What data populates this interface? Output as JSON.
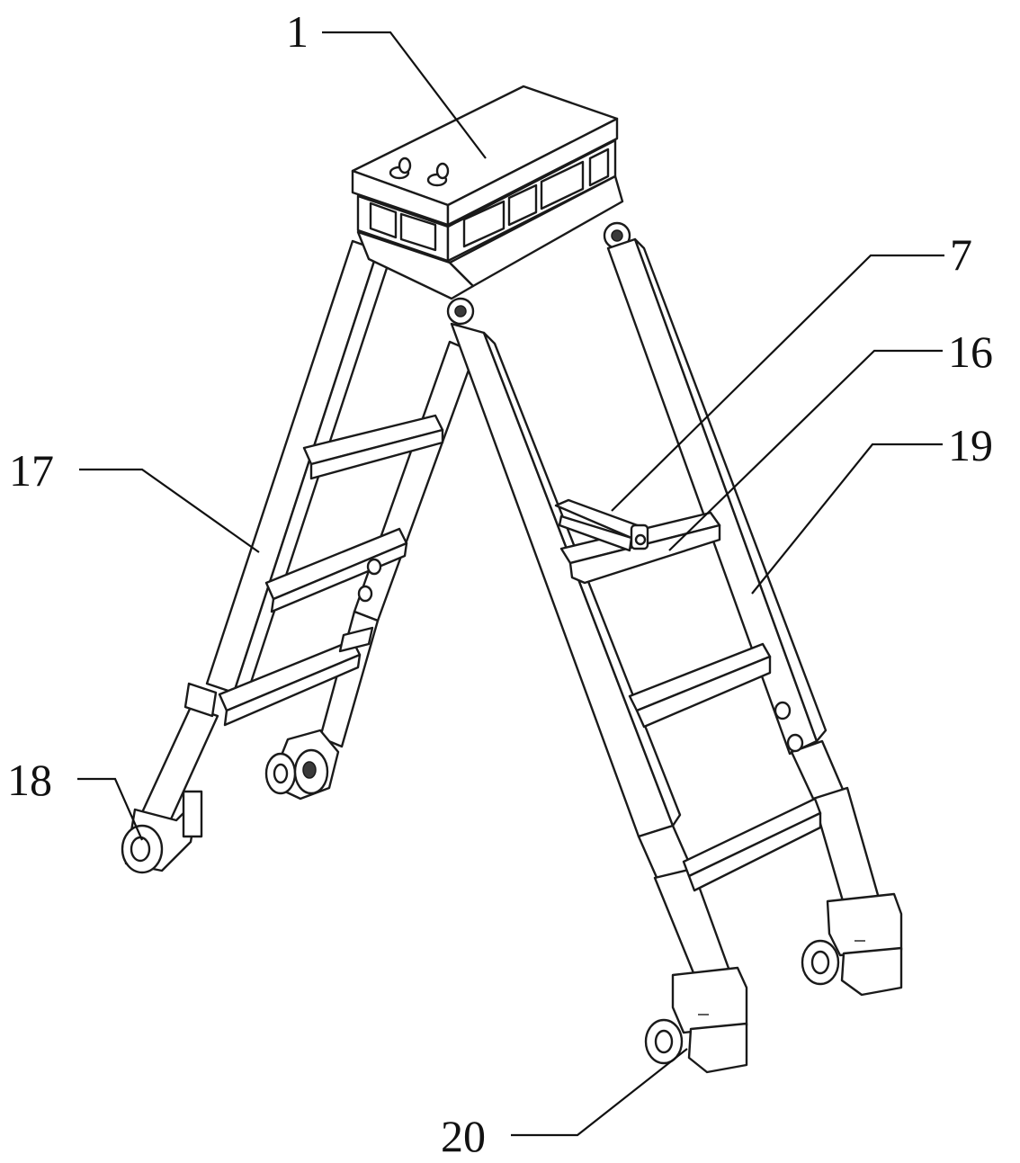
{
  "figure": {
    "labels": {
      "top_box": "1",
      "handle": "7",
      "step": "16",
      "left_leg": "17",
      "left_wheel": "18",
      "right_rail": "19",
      "right_foot": "20"
    }
  }
}
